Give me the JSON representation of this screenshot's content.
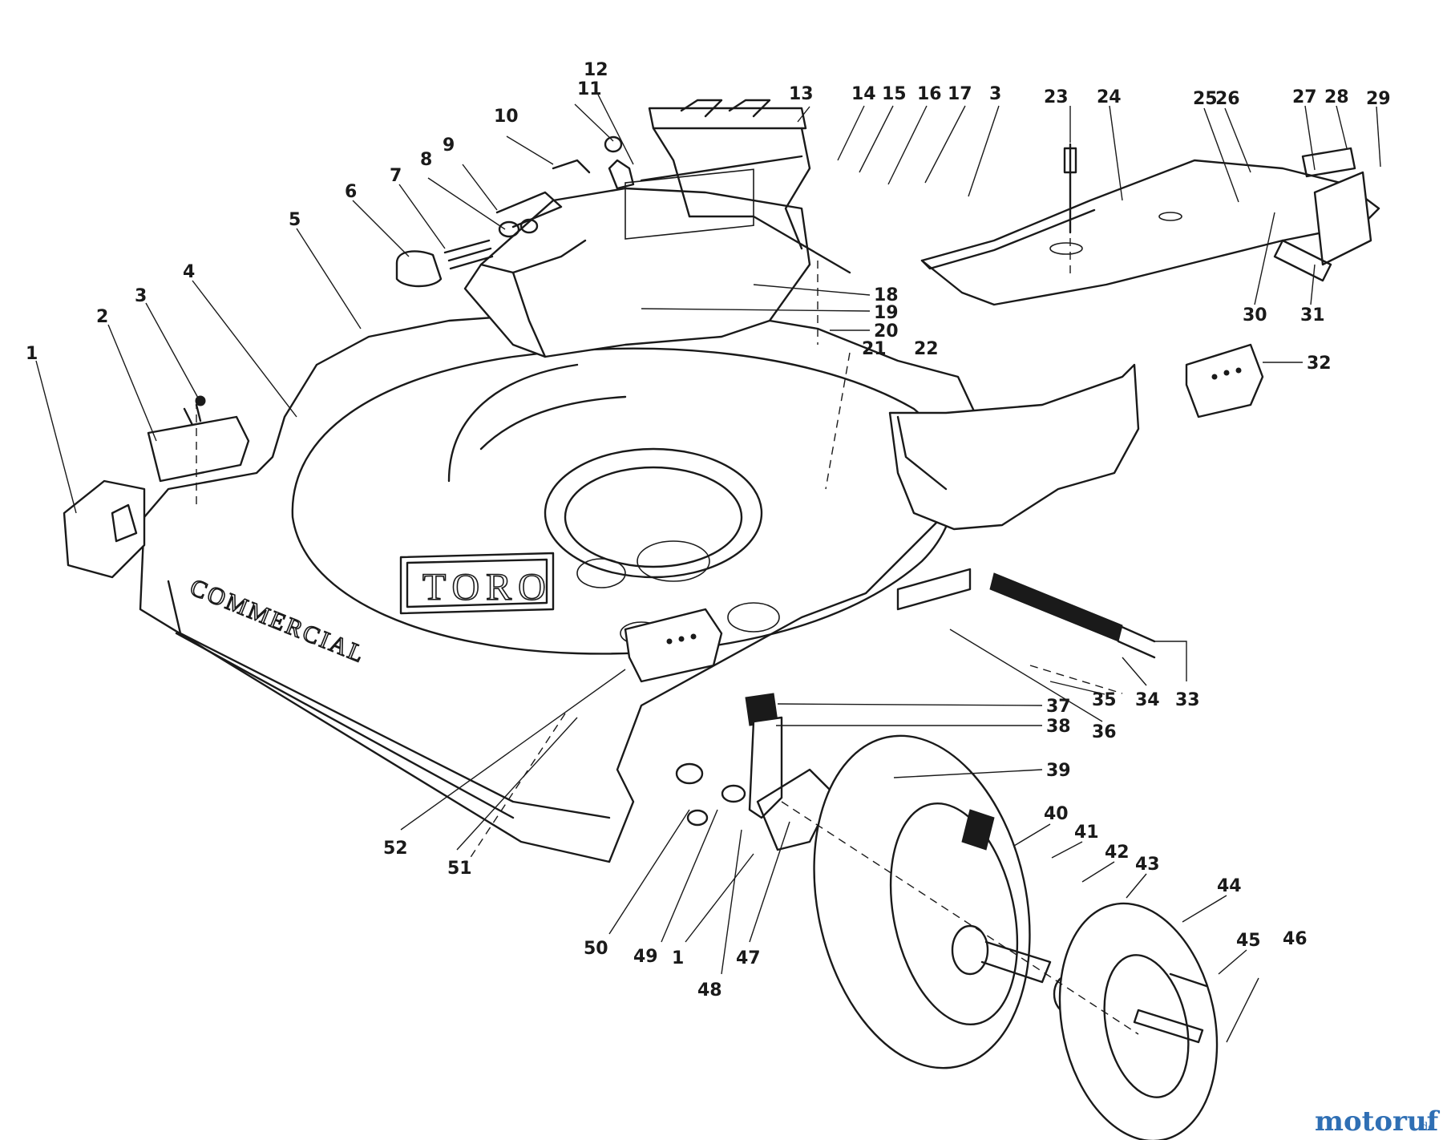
{
  "deck_text": {
    "brand": "TORO",
    "model": "COMMERCIAL"
  },
  "callouts": [
    {
      "id": "c1",
      "label": "1"
    },
    {
      "id": "c2",
      "label": "2"
    },
    {
      "id": "c3a",
      "label": "3"
    },
    {
      "id": "c4",
      "label": "4"
    },
    {
      "id": "c5",
      "label": "5"
    },
    {
      "id": "c6",
      "label": "6"
    },
    {
      "id": "c7",
      "label": "7"
    },
    {
      "id": "c8",
      "label": "8"
    },
    {
      "id": "c9",
      "label": "9"
    },
    {
      "id": "c10",
      "label": "10"
    },
    {
      "id": "c11",
      "label": "11"
    },
    {
      "id": "c12",
      "label": "12"
    },
    {
      "id": "c13",
      "label": "13"
    },
    {
      "id": "c14",
      "label": "14"
    },
    {
      "id": "c15",
      "label": "15"
    },
    {
      "id": "c16",
      "label": "16"
    },
    {
      "id": "c17",
      "label": "17"
    },
    {
      "id": "c3b",
      "label": "3"
    },
    {
      "id": "c18",
      "label": "18"
    },
    {
      "id": "c19",
      "label": "19"
    },
    {
      "id": "c20",
      "label": "20"
    },
    {
      "id": "c21",
      "label": "21"
    },
    {
      "id": "c22",
      "label": "22"
    },
    {
      "id": "c23",
      "label": "23"
    },
    {
      "id": "c24",
      "label": "24"
    },
    {
      "id": "c25",
      "label": "25"
    },
    {
      "id": "c26",
      "label": "26"
    },
    {
      "id": "c27",
      "label": "27"
    },
    {
      "id": "c28",
      "label": "28"
    },
    {
      "id": "c29",
      "label": "29"
    },
    {
      "id": "c30",
      "label": "30"
    },
    {
      "id": "c31",
      "label": "31"
    },
    {
      "id": "c32",
      "label": "32"
    },
    {
      "id": "c33",
      "label": "33"
    },
    {
      "id": "c34",
      "label": "34"
    },
    {
      "id": "c35",
      "label": "35"
    },
    {
      "id": "c36",
      "label": "36"
    },
    {
      "id": "c37",
      "label": "37"
    },
    {
      "id": "c38",
      "label": "38"
    },
    {
      "id": "c39",
      "label": "39"
    },
    {
      "id": "c40",
      "label": "40"
    },
    {
      "id": "c41",
      "label": "41"
    },
    {
      "id": "c42",
      "label": "42"
    },
    {
      "id": "c43",
      "label": "43"
    },
    {
      "id": "c44",
      "label": "44"
    },
    {
      "id": "c45",
      "label": "45"
    },
    {
      "id": "c46",
      "label": "46"
    },
    {
      "id": "c47",
      "label": "47"
    },
    {
      "id": "c48",
      "label": "48"
    },
    {
      "id": "c1b",
      "label": "1"
    },
    {
      "id": "c49",
      "label": "49"
    },
    {
      "id": "c50",
      "label": "50"
    },
    {
      "id": "c51",
      "label": "51"
    },
    {
      "id": "c52",
      "label": "52"
    }
  ],
  "watermark": {
    "brand": "motoruf",
    "suffix": ".de"
  }
}
